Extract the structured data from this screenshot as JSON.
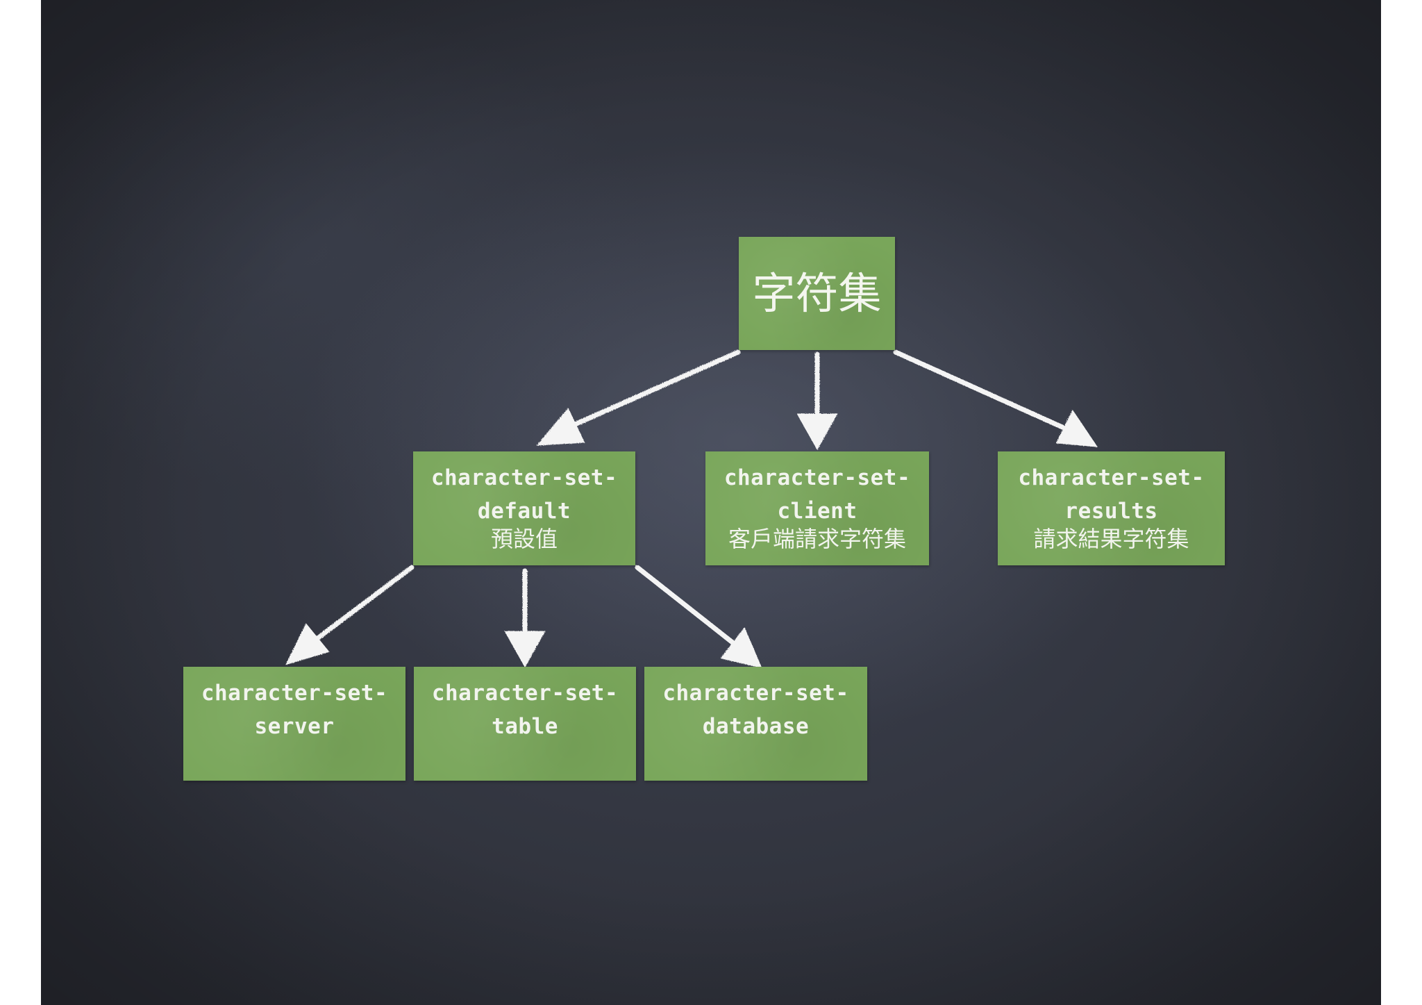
{
  "diagram": {
    "root": {
      "label": "字符集"
    },
    "default": {
      "line1": "character-set-",
      "line2": "default",
      "zh": "預設值"
    },
    "client": {
      "line1": "character-set-",
      "line2": "client",
      "zh": "客戶端請求字符集"
    },
    "results": {
      "line1": "character-set-",
      "line2": "results",
      "zh": "請求結果字符集"
    },
    "server": {
      "line1": "character-set-",
      "line2": "server"
    },
    "table": {
      "line1": "character-set-",
      "line2": "table"
    },
    "database": {
      "line1": "character-set-",
      "line2": "database"
    }
  },
  "colors": {
    "board": "#34373f",
    "box": "#79a65a",
    "chalk": "#f2f4ee"
  }
}
